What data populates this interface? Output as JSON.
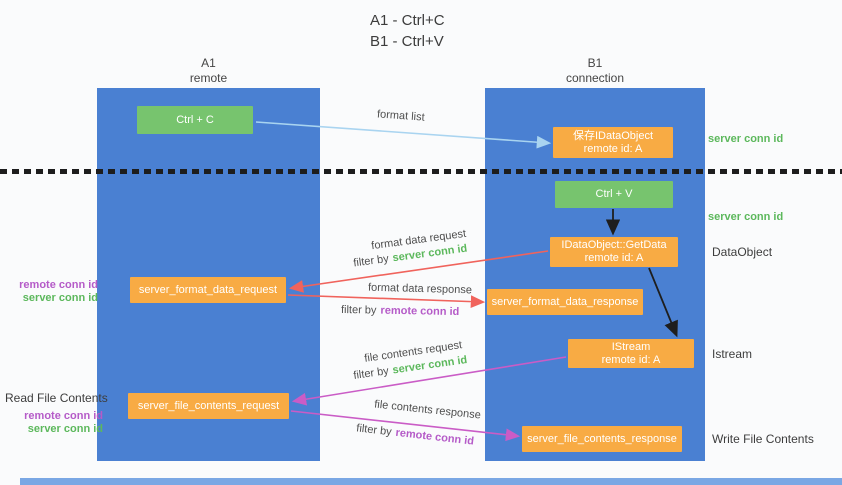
{
  "title": {
    "line1": "A1 - Ctrl+C",
    "line2": "B1 - Ctrl+V"
  },
  "columns": {
    "a1": {
      "name": "A1",
      "subtitle": "remote"
    },
    "b1": {
      "name": "B1",
      "subtitle": "connection"
    }
  },
  "boxes": {
    "ctrl_c": "Ctrl + C",
    "ctrl_v": "Ctrl + V",
    "save_idataobject_line1": "保存IDataObject",
    "save_idataobject_line2": "remote id: A",
    "getdata_line1": "IDataObject::GetData",
    "getdata_line2": "remote id: A",
    "istream_line1": "IStream",
    "istream_line2": "remote id: A",
    "format_request": "server_format_data_request",
    "format_response": "server_format_data_response",
    "file_request": "server_file_contents_request",
    "file_response": "server_file_contents_response"
  },
  "arrow_labels": {
    "format_list": "format list",
    "format_data_request": "format data request",
    "format_data_response": "format data response",
    "file_contents_request": "file contents request",
    "file_contents_response": "file contents response",
    "filter_by": "filter by",
    "server_conn_id": "server conn id",
    "remote_conn_id": "remote conn id"
  },
  "side_labels": {
    "server_conn_id_top": "server conn id",
    "server_conn_id_mid": "server conn id",
    "dataobject": "DataObject",
    "istream": "Istream",
    "write_file_contents": "Write File Contents",
    "read_file_contents": "Read File Contents",
    "remote_conn_id": "remote conn id",
    "server_conn_id": "server conn id"
  },
  "colors": {
    "column_blue": "#4a80d2",
    "box_green": "#77c46e",
    "box_orange": "#f8ab44",
    "label_green": "#5cb85c",
    "label_purple": "#b55bc8",
    "arrow_red": "#f0635c",
    "arrow_magenta": "#ca5cc6",
    "arrow_lightblue": "#a9d4f0",
    "arrow_black": "#1e1e1e"
  }
}
